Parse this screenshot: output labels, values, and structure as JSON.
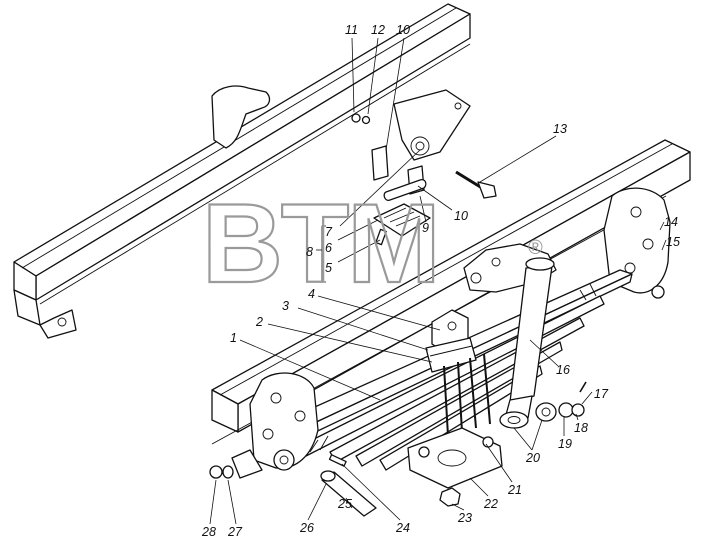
{
  "watermark": {
    "text": "BTM",
    "mark": "®",
    "color": "#9a9a9a"
  },
  "callouts": [
    {
      "id": "11",
      "label": "11"
    },
    {
      "id": "12",
      "label": "12"
    },
    {
      "id": "10a",
      "label": "10"
    },
    {
      "id": "13",
      "label": "13"
    },
    {
      "id": "7",
      "label": "7"
    },
    {
      "id": "6",
      "label": "6"
    },
    {
      "id": "8",
      "label": "8"
    },
    {
      "id": "5",
      "label": "5"
    },
    {
      "id": "9",
      "label": "9"
    },
    {
      "id": "10b",
      "label": "10"
    },
    {
      "id": "14",
      "label": "14"
    },
    {
      "id": "15",
      "label": "15"
    },
    {
      "id": "4",
      "label": "4"
    },
    {
      "id": "3",
      "label": "3"
    },
    {
      "id": "2",
      "label": "2"
    },
    {
      "id": "1",
      "label": "1"
    },
    {
      "id": "16",
      "label": "16"
    },
    {
      "id": "17",
      "label": "17"
    },
    {
      "id": "18",
      "label": "18"
    },
    {
      "id": "19",
      "label": "19"
    },
    {
      "id": "20",
      "label": "20"
    },
    {
      "id": "21",
      "label": "21"
    },
    {
      "id": "22",
      "label": "22"
    },
    {
      "id": "23",
      "label": "23"
    },
    {
      "id": "24",
      "label": "24"
    },
    {
      "id": "25",
      "label": "25"
    },
    {
      "id": "26",
      "label": "26"
    },
    {
      "id": "27",
      "label": "27"
    },
    {
      "id": "28",
      "label": "28"
    }
  ]
}
